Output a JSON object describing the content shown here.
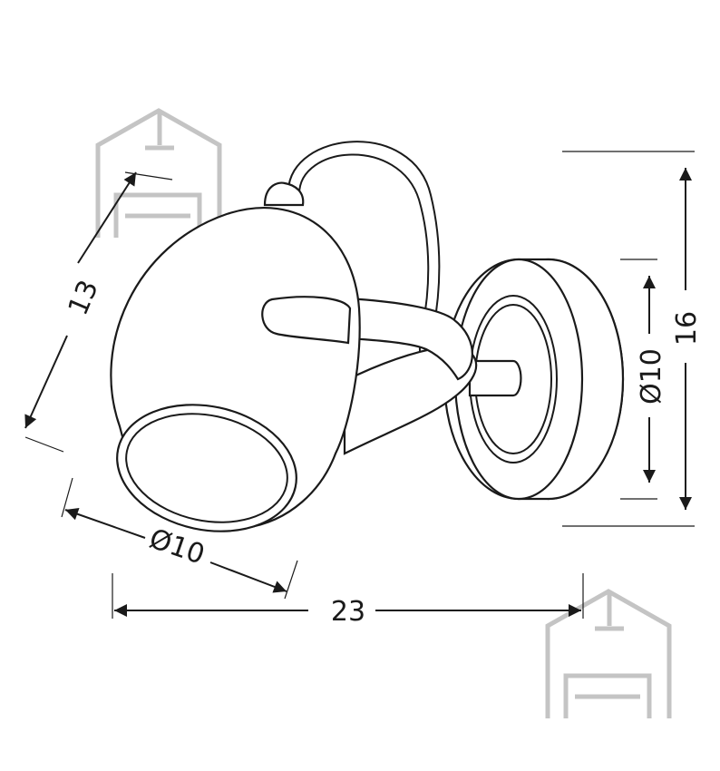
{
  "dimensions": {
    "height_total": "16",
    "backplate_diameter": "Ø10",
    "shade_length": "13",
    "shade_diameter": "Ø10",
    "width_total": "23"
  },
  "watermark": {
    "icon": "house-sofa-logo-icon",
    "color": "#c4c4c4"
  }
}
